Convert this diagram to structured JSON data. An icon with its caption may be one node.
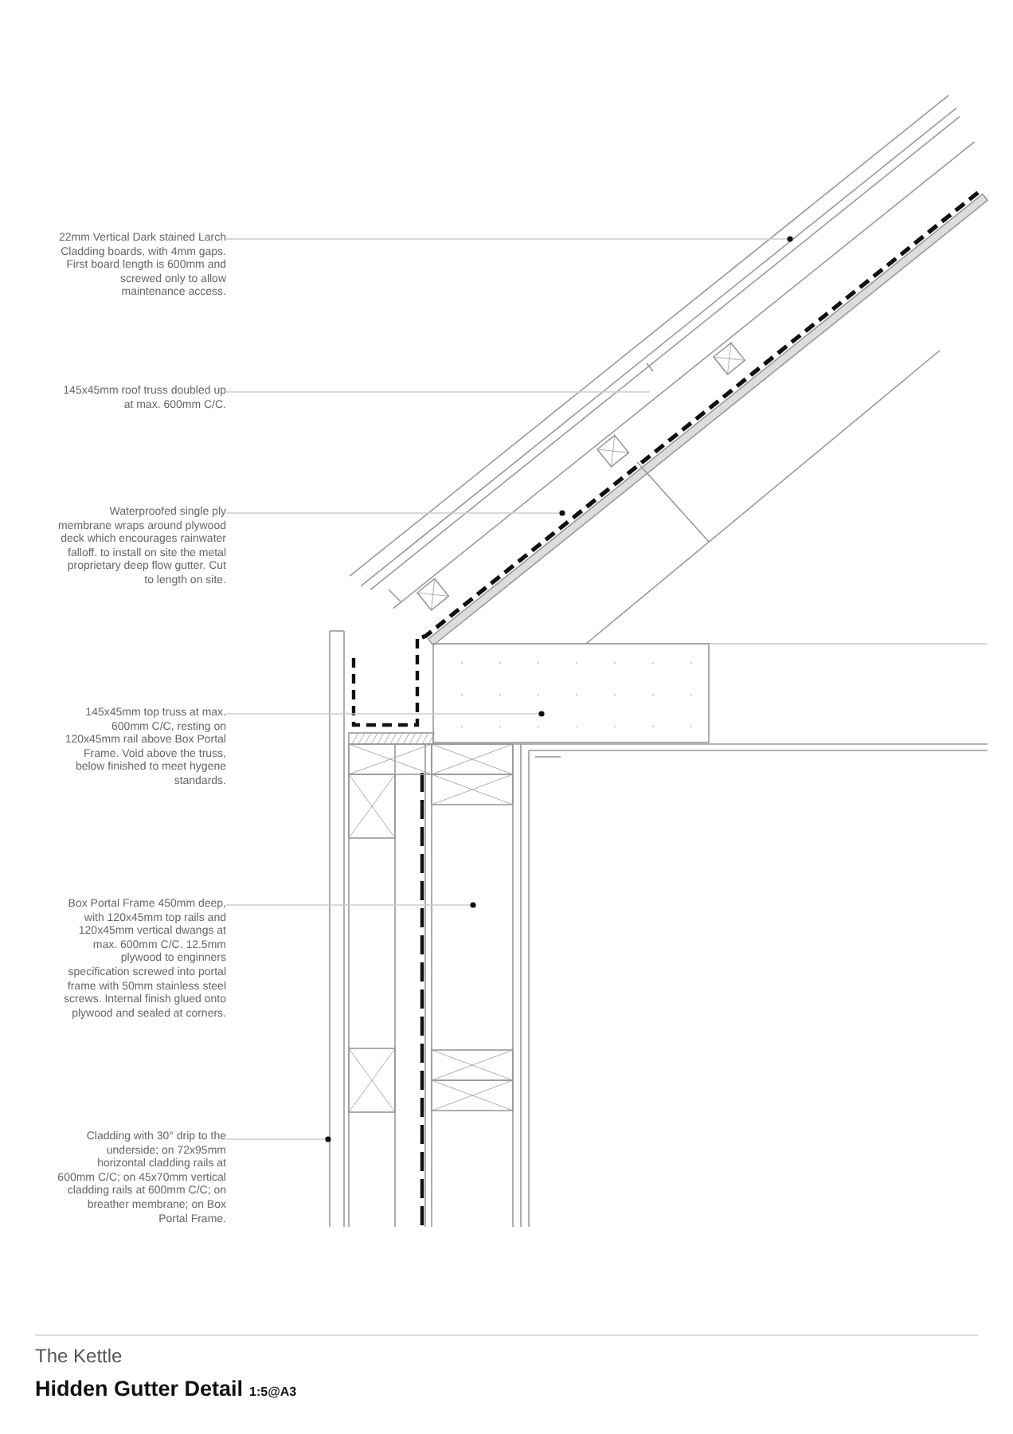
{
  "diagram": {
    "title": "Hidden Gutter Detail",
    "nodes": [
      {
        "text": [
          "22mm Vertical Dark stained Larch Cladding boards, with 4mm gaps. First board length is 600mm and screwed only to allow maintenance access."
        ]
      },
      {
        "text": [
          "145x45mm roof truss doubled up at max. 600mm C/C."
        ]
      },
      {
        "text": [
          "Waterproofed single ply membrane wraps around plywood deck which encourages rainwater falloff. to install on site the metal proprietary deep flow gutter. Cut to length on site."
        ]
      },
      {
        "text": [
          "145x45mm top truss at max. 600mm C/C, resting on 120x45mm rail above Box Portal Frame. Void above the truss, below finished to meet hygene standards."
        ]
      },
      {
        "text": [
          "Box Portal Frame 450mm deep, with 120x45mm top rails and 120x45mm vertical dwangs at max. 600mm C/C. 12.5mm plywood to enginners specification screwed into portal frame with 50mm stainless steel screws. Internal finish glued onto plywood and sealed at corners."
        ]
      },
      {
        "text": [
          "Cladding with 30° drip to the underside; on 72x95mm horizontal cladding rails at 600mm C/C; on 45x70mm vertical cladding rails at 600mm C/C; on breather membrane; on Box Portal Frame."
        ]
      }
    ],
    "edges": [
      {
        "from": 0,
        "to": null,
        "arrow": "other"
      },
      {
        "from": 1,
        "to": null,
        "arrow": "none"
      },
      {
        "from": 2,
        "to": null,
        "arrow": "other"
      },
      {
        "from": 3,
        "to": null,
        "arrow": "other"
      },
      {
        "from": 4,
        "to": null,
        "arrow": "other"
      },
      {
        "from": 5,
        "to": null,
        "arrow": "other"
      }
    ],
    "labels": [
      "The Kettle",
      "1:5@A3"
    ]
  }
}
